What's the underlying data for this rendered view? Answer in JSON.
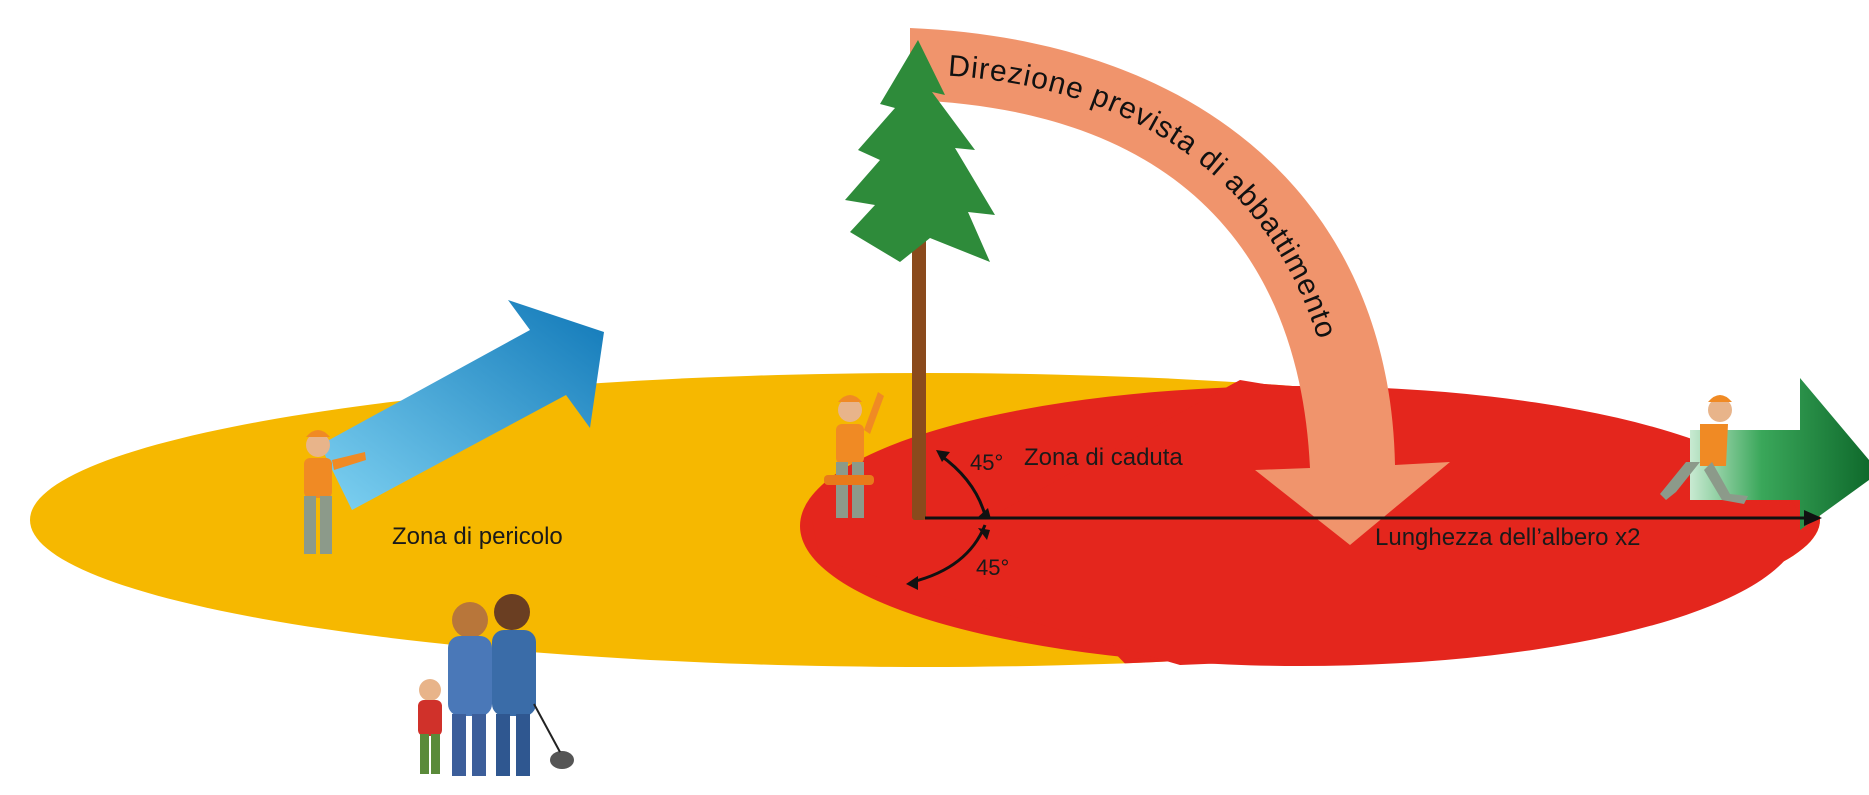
{
  "labels": {
    "danger_zone": "Zona di pericolo",
    "fall_zone": "Zona di caduta",
    "tree_length": "Lunghezza dell’albero x2",
    "angle_upper": "45°",
    "angle_lower": "45°",
    "fall_direction": "Direzione prevista di abbattimento"
  },
  "colors": {
    "danger_zone": "#f6b800",
    "fall_zone": "#e4261d",
    "fall_arrow": "#f0946c",
    "blue_arrow": "#1a9ad6",
    "green_arrow": "#1b8e3b",
    "tree_foliage": "#2e8b3a",
    "trunk": "#8a4a1c",
    "worker_vest": "#f08a24"
  },
  "icons": {
    "tree": "spruce-tree-icon",
    "feller": "feller-worker-icon",
    "helper_left": "signaling-worker-icon",
    "helper_right": "running-worker-icon",
    "family": "family-with-dog-icon"
  }
}
